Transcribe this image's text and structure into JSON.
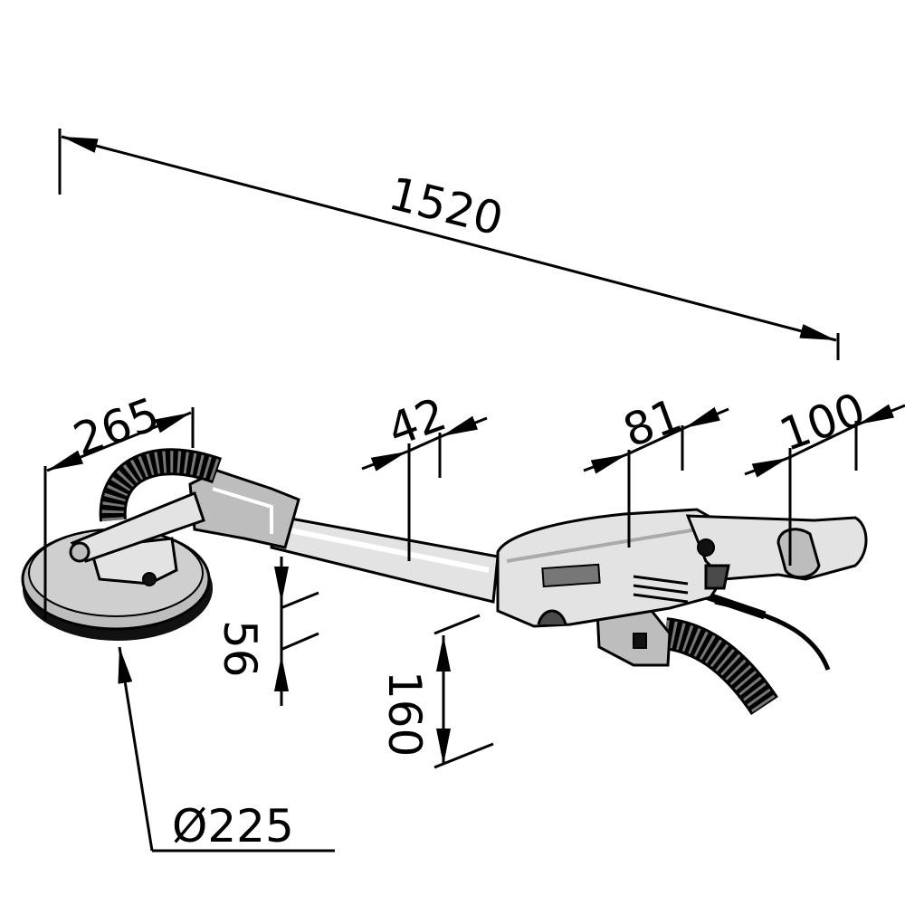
{
  "dimensions": {
    "overall_length": "1520",
    "head_width": "265",
    "tube_diameter": "42",
    "motor_width": "81",
    "grip_width": "100",
    "head_height": "56",
    "motor_height": "160",
    "disc_diameter": "Ø225"
  },
  "colors": {
    "line": "#000000",
    "body_light": "#e3e3e3",
    "body_mid": "#bdbdbd",
    "body_dark": "#4a4a4a",
    "background": "#ffffff"
  }
}
